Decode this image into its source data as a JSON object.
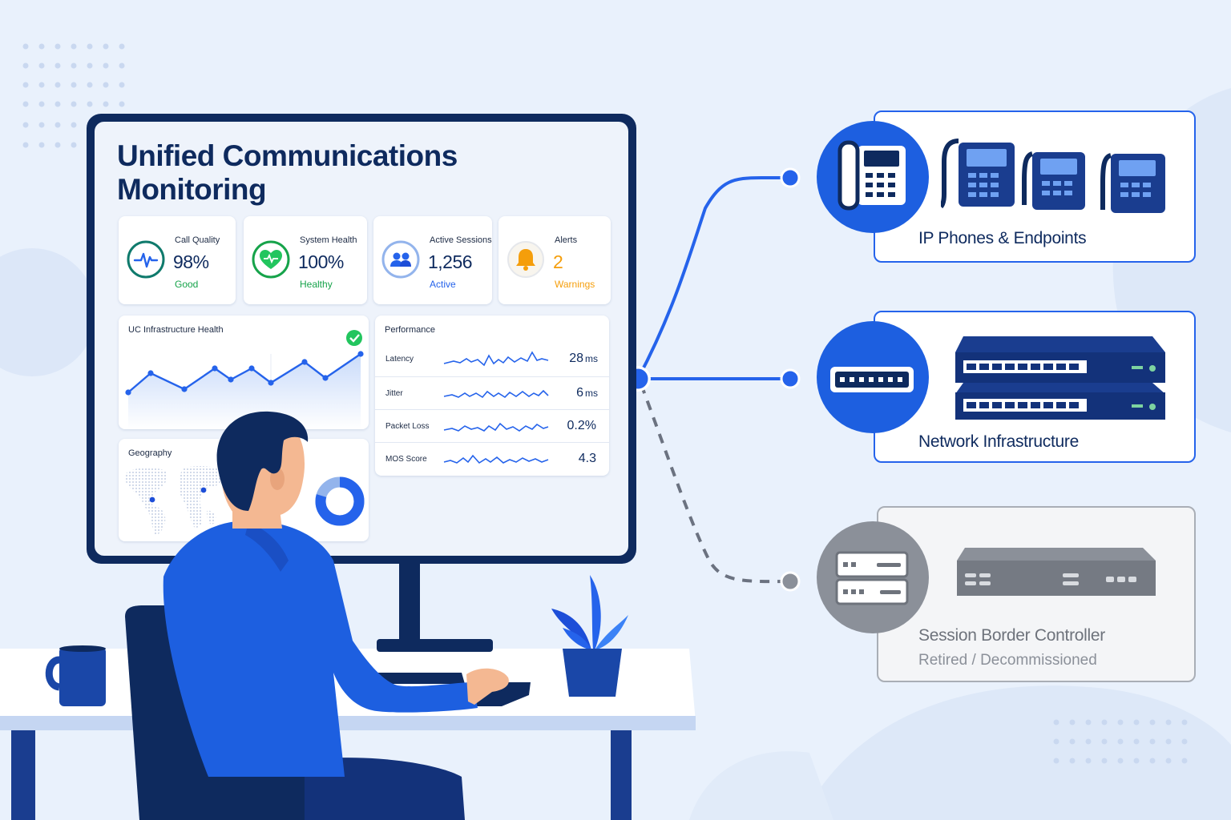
{
  "dashboard": {
    "title": "Unified Communications Monitoring",
    "kpis": [
      {
        "label": "Call Quality",
        "value": "98%",
        "sub": "Good",
        "icon": "pulse-icon",
        "color": "#16a34a"
      },
      {
        "label": "System Health",
        "value": "100%",
        "sub": "Healthy",
        "icon": "heart-icon",
        "color": "#16a34a"
      },
      {
        "label": "Active Sessions",
        "value": "1,256",
        "sub": "Active",
        "icon": "users-icon",
        "color": "#2563eb"
      },
      {
        "label": "Alerts",
        "value": "2",
        "sub": "Warnings",
        "icon": "bell-icon",
        "color": "#f59e0b"
      }
    ],
    "infra_health": {
      "title": "UC Infrastructure Health"
    },
    "geography": {
      "title": "Geography"
    },
    "performance": {
      "title": "Performance",
      "rows": [
        {
          "label": "Latency",
          "value": "28",
          "unit": "ms"
        },
        {
          "label": "Jitter",
          "value": "6",
          "unit": "ms"
        },
        {
          "label": "Packet Loss",
          "value": "0.2%",
          "unit": ""
        },
        {
          "label": "MOS Score",
          "value": "4.3",
          "unit": ""
        }
      ]
    }
  },
  "devices": {
    "phones": {
      "title": "IP Phones & Endpoints"
    },
    "network": {
      "title": "Network Infrastructure"
    },
    "sbc": {
      "title": "Session Border Controller",
      "status": "Retired / Decommissioned"
    }
  },
  "colors": {
    "accent": "#2563eb",
    "navy": "#0e2a5e",
    "good": "#16a34a",
    "warning": "#f59e0b",
    "retired": "#8b9099"
  }
}
